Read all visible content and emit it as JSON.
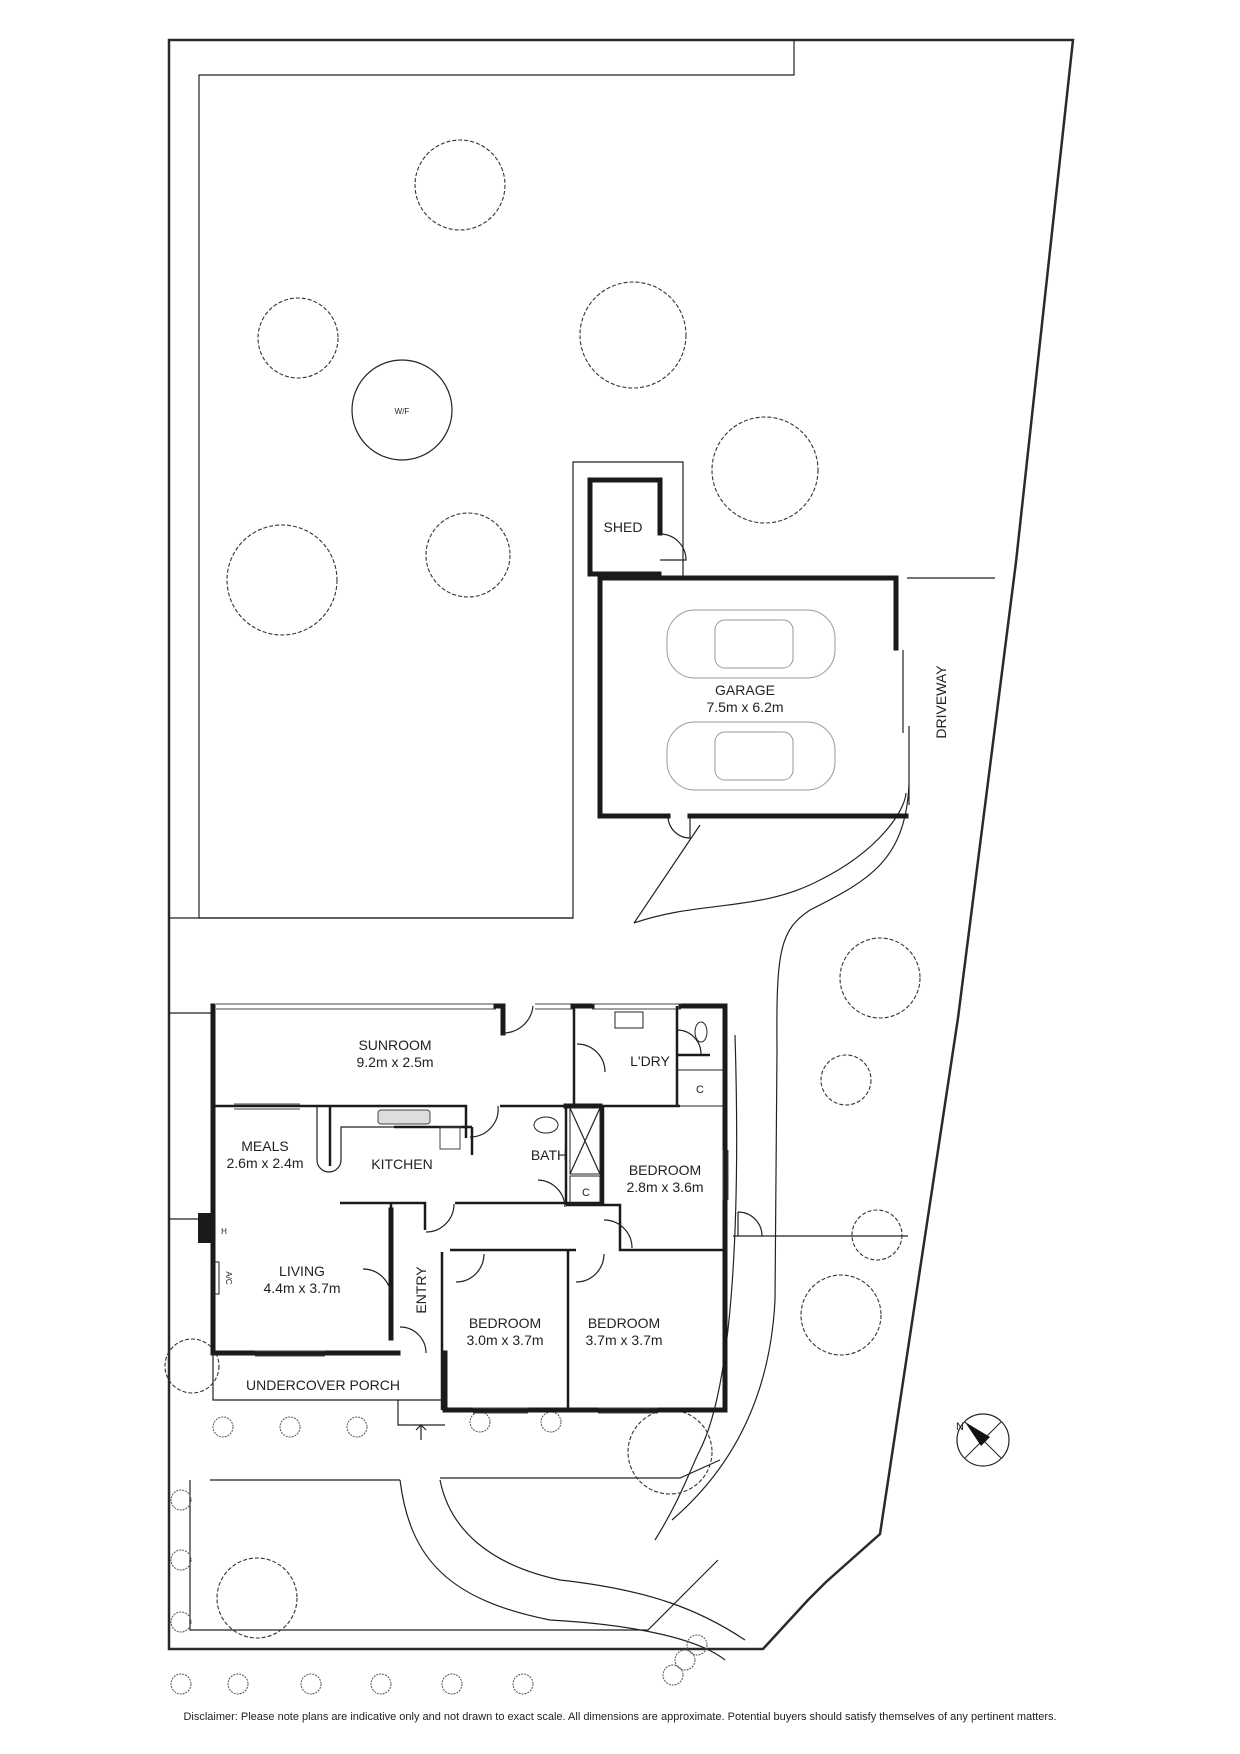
{
  "plan": {
    "rooms": {
      "sunroom": {
        "name": "SUNROOM",
        "dims": "9.2m x 2.5m"
      },
      "meals": {
        "name": "MEALS",
        "dims": "2.6m x 2.4m"
      },
      "kitchen": {
        "name": "KITCHEN"
      },
      "living": {
        "name": "LIVING",
        "dims": "4.4m x 3.7m"
      },
      "laundry": {
        "name": "L'DRY"
      },
      "bath": {
        "name": "BATH"
      },
      "bedroom1": {
        "name": "BEDROOM",
        "dims": "2.8m x 3.6m"
      },
      "bedroom2": {
        "name": "BEDROOM",
        "dims": "3.0m x 3.7m"
      },
      "bedroom3": {
        "name": "BEDROOM",
        "dims": "3.7m x 3.7m"
      },
      "entry": {
        "name": "ENTRY"
      },
      "porch": {
        "name": "UNDERCOVER PORCH"
      },
      "garage": {
        "name": "GARAGE",
        "dims": "7.5m x 6.2m"
      },
      "shed": {
        "name": "SHED"
      },
      "driveway": {
        "name": "DRIVEWAY"
      }
    },
    "annotations": {
      "cupboard_1": "C",
      "cupboard_2": "C",
      "heater": "H",
      "aircon": "A/C",
      "water_feature": "W/F",
      "north": "N"
    }
  },
  "disclaimer": "Disclaimer: Please note plans are indicative only and not drawn to exact scale. All dimensions are approximate. Potential buyers should satisfy themselves of any pertinent matters."
}
